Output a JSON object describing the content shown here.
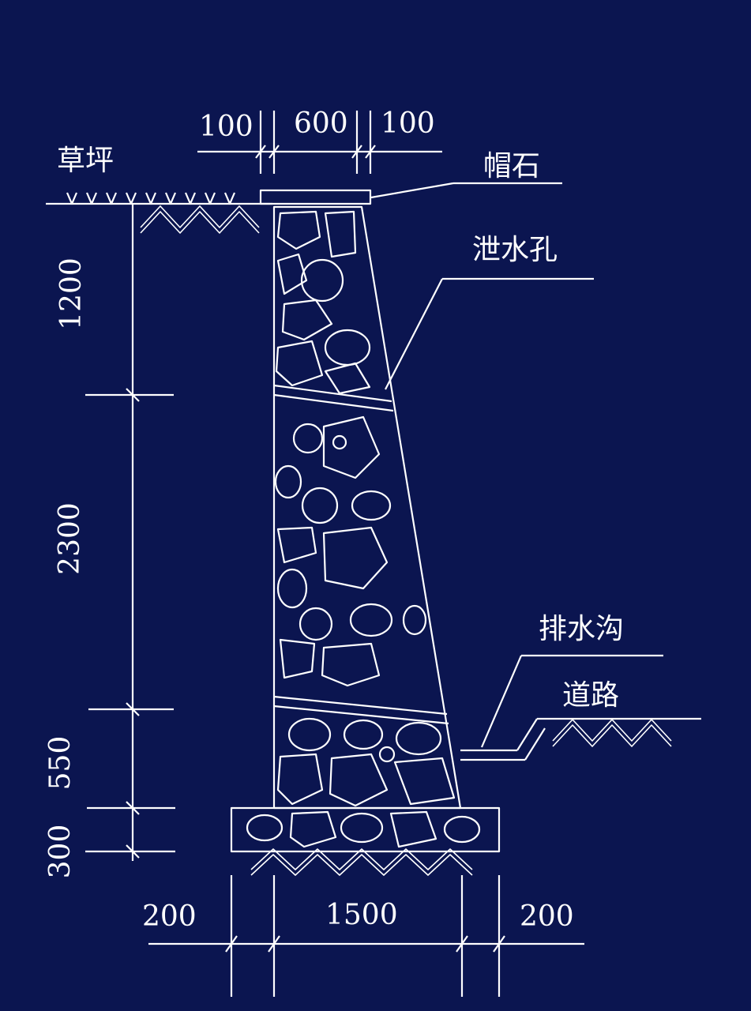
{
  "colors": {
    "background": "#0b1550",
    "background_glow": "#1a2f7a",
    "line": "#ffffff",
    "top_accent": "#1fa3ff"
  },
  "labels": {
    "lawn": "草坪",
    "cap_stone": "帽石",
    "drain_hole": "泄水孔",
    "drain_ditch": "排水沟",
    "road": "道路"
  },
  "dimensions": {
    "top": [
      "100",
      "600",
      "100"
    ],
    "left": [
      "1200",
      "2300",
      "550",
      "300"
    ],
    "bottom": [
      "200",
      "1500",
      "200"
    ]
  }
}
